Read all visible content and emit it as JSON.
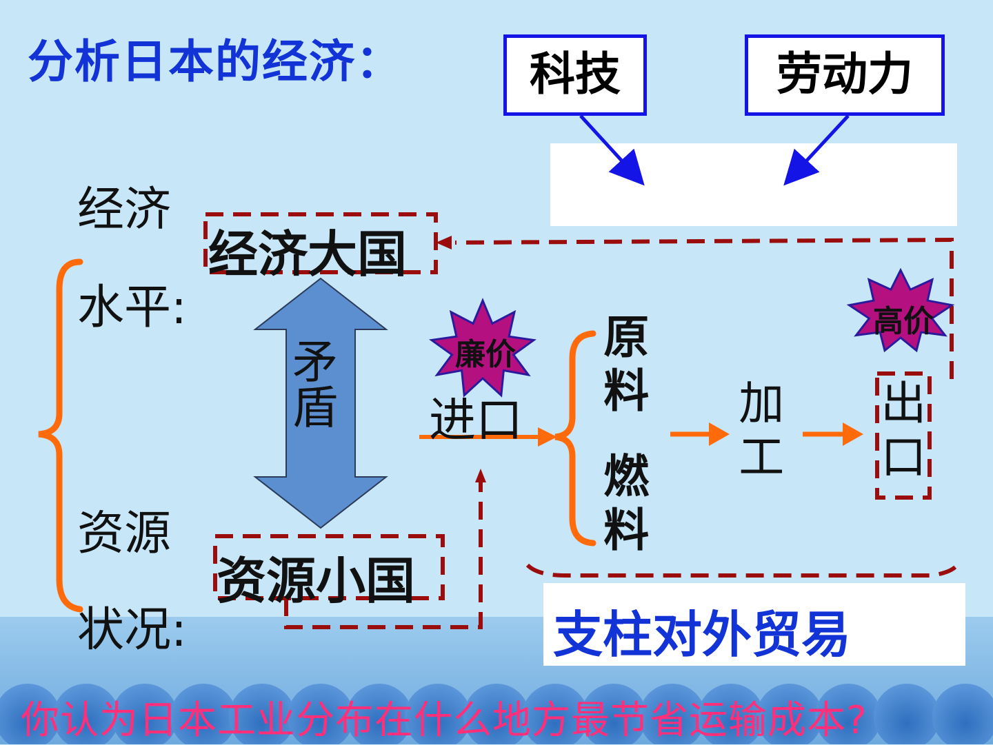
{
  "title": "分析日本的经济：",
  "boxes": {
    "tech": "科技",
    "labor": "劳动力",
    "trade": "支柱对外贸易"
  },
  "labels": {
    "econ_level_1": "经济",
    "econ_level_2": "水平:",
    "resource_1": "资源",
    "resource_2": "状况:",
    "econ_power": "经济大国",
    "resource_small": "资源小国",
    "contradiction": "矛盾",
    "import": "进口",
    "raw_material": "原料",
    "fuel": "燃料",
    "processing": "加工",
    "export": "出口",
    "cheap": "廉价",
    "high_price": "高价"
  },
  "question": "你认为日本工业分布在什么地方最节省运输成本?",
  "colors": {
    "title_blue": "#1233d6",
    "box_border": "#1414e6",
    "orange": "#ff6a0a",
    "dashed_red": "#9b0d0d",
    "star_fill": "#b5107f",
    "star_border": "#2a1b9e",
    "arrow_blue": "#5b8fd0",
    "question_pink": "#ff2f7a",
    "background": "#c7e6f8"
  }
}
